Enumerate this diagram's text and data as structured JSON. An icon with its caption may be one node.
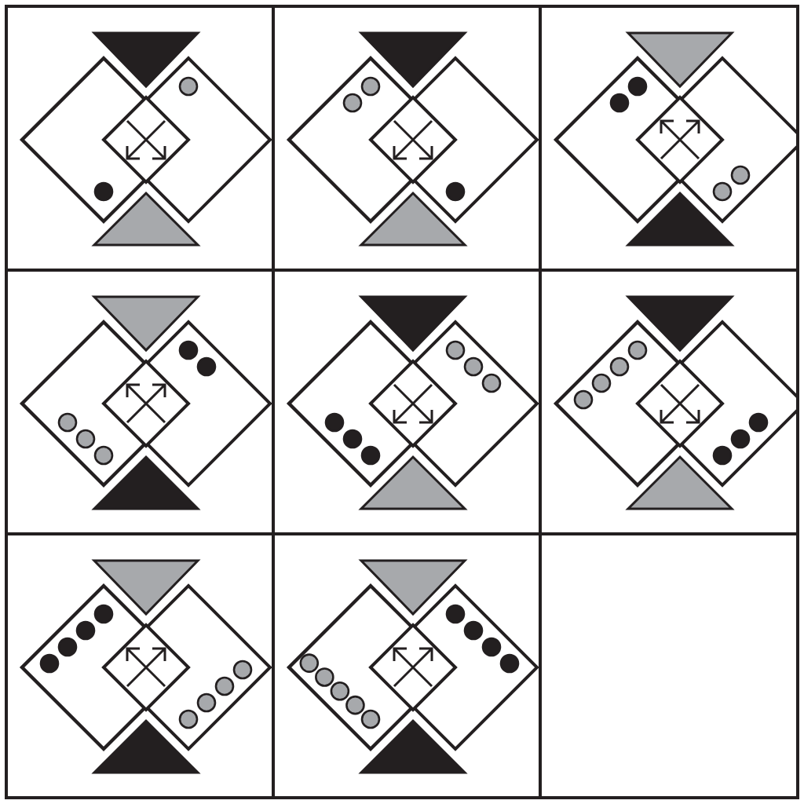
{
  "diagram": {
    "nodes": [
      {
        "text": [],
        "shape": "box"
      },
      {
        "text": [],
        "shape": "box"
      },
      {
        "text": [],
        "shape": "box"
      },
      {
        "text": [],
        "shape": "box"
      },
      {
        "text": [],
        "shape": "box"
      },
      {
        "text": [],
        "shape": "box"
      },
      {
        "text": [],
        "shape": "box"
      },
      {
        "text": [],
        "shape": "box"
      }
    ]
  }
}
